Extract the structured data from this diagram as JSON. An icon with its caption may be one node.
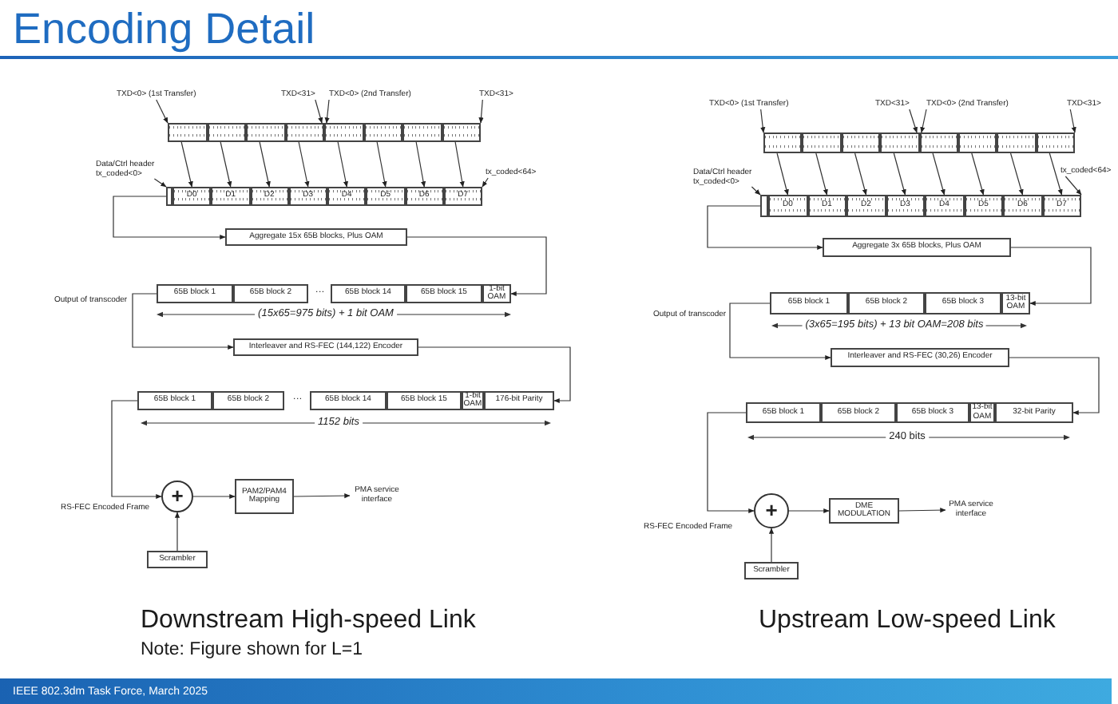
{
  "diagram": {
    "title": "Encoding Detail",
    "nodes": [
      {
        "text": [
          "TXD<0> (1st Transfer)"
        ]
      },
      {
        "text": [
          "TXD<31>"
        ]
      },
      {
        "text": [
          "TXD<0> (2nd Transfer)"
        ]
      },
      {
        "text": [
          "TXD<31>"
        ]
      },
      {
        "text": [],
        "shape": "box"
      },
      {
        "text": [],
        "shape": "box"
      },
      {
        "text": [],
        "shape": "box"
      },
      {
        "text": [],
        "shape": "box"
      },
      {
        "text": [],
        "shape": "box"
      },
      {
        "text": [],
        "shape": "box"
      },
      {
        "text": [],
        "shape": "box"
      },
      {
        "text": [],
        "shape": "box"
      },
      {
        "text": [
          "Data/Ctrl header",
          "tx_coded<0>"
        ]
      },
      {
        "text": [
          "tx_coded<64>"
        ]
      },
      {
        "text": [],
        "shape": "box"
      },
      {
        "text": [
          "D0"
        ]
      },
      {
        "text": [
          "D1"
        ]
      },
      {
        "text": [
          "D2"
        ]
      },
      {
        "text": [
          "D3"
        ]
      },
      {
        "text": [
          "D4"
        ]
      },
      {
        "text": [
          "D5"
        ]
      },
      {
        "text": [
          "D6"
        ]
      },
      {
        "text": [
          "D7"
        ]
      },
      {
        "text": [
          "Aggregate 15x 65B blocks, Plus OAM"
        ]
      },
      {
        "text": [
          "65B block 1"
        ]
      },
      {
        "text": [
          "65B block 2"
        ]
      },
      {
        "text": [
          "65B block 14"
        ]
      },
      {
        "text": [
          "65B block 15"
        ]
      },
      {
        "text": [
          "1-bit OAM"
        ]
      },
      {
        "text": [
          "Interleaver and RS-FEC (144,122) Encoder"
        ]
      },
      {
        "text": [
          "65B block 1"
        ]
      },
      {
        "text": [
          "65B block 2"
        ]
      },
      {
        "text": [
          "65B block 14"
        ]
      },
      {
        "text": [
          "65B block 15"
        ]
      },
      {
        "text": [
          "1-bit OAM"
        ]
      },
      {
        "text": [
          "176-bit Parity"
        ]
      },
      {
        "text": [
          "+"
        ]
      },
      {
        "text": [
          "Scrambler"
        ]
      },
      {
        "text": [
          "PAM2/PAM4 Mapping"
        ]
      },
      {
        "text": [
          "PMA service interface"
        ]
      },
      {
        "text": [
          "TXD<0> (1st Transfer)"
        ]
      },
      {
        "text": [
          "TXD<31>"
        ]
      },
      {
        "text": [
          "TXD<0> (2nd Transfer)"
        ]
      },
      {
        "text": [
          "TXD<31>"
        ]
      },
      {
        "text": [],
        "shape": "box"
      },
      {
        "text": [],
        "shape": "box"
      },
      {
        "text": [],
        "shape": "box"
      },
      {
        "text": [],
        "shape": "box"
      },
      {
        "text": [],
        "shape": "box"
      },
      {
        "text": [],
        "shape": "box"
      },
      {
        "text": [],
        "shape": "box"
      },
      {
        "text": [],
        "shape": "box"
      },
      {
        "text": [
          "Data/Ctrl header",
          "tx_coded<0>"
        ]
      },
      {
        "text": [
          "tx_coded<64>"
        ]
      },
      {
        "text": [],
        "shape": "box"
      },
      {
        "text": [
          "D0"
        ]
      },
      {
        "text": [
          "D1"
        ]
      },
      {
        "text": [
          "D2"
        ]
      },
      {
        "text": [
          "D3"
        ]
      },
      {
        "text": [
          "D4"
        ]
      },
      {
        "text": [
          "D5"
        ]
      },
      {
        "text": [
          "D6"
        ]
      },
      {
        "text": [
          "D7"
        ]
      },
      {
        "text": [
          "Aggregate 3x 65B blocks, Plus OAM"
        ]
      },
      {
        "text": [
          "65B block 1"
        ]
      },
      {
        "text": [
          "65B block 2"
        ]
      },
      {
        "text": [
          "65B block 3"
        ]
      },
      {
        "text": [
          "13-bit OAM"
        ]
      },
      {
        "text": [
          "Interleaver and RS-FEC (30,26) Encoder"
        ]
      },
      {
        "text": [
          "65B block 1"
        ]
      },
      {
        "text": [
          "65B block 2"
        ]
      },
      {
        "text": [
          "65B block 3"
        ]
      },
      {
        "text": [
          "13-bit OAM"
        ]
      },
      {
        "text": [
          "32-bit Parity"
        ]
      },
      {
        "text": [
          "+"
        ]
      },
      {
        "text": [
          "Scrambler"
        ]
      },
      {
        "text": [
          "DME MODULATION"
        ]
      },
      {
        "text": [
          "PMA service interface"
        ]
      }
    ],
    "edges": [
      {
        "from": 0,
        "to": 4,
        "arrow": "to"
      },
      {
        "from": 1,
        "to": 7,
        "arrow": "to"
      },
      {
        "from": 2,
        "to": 8,
        "arrow": "to"
      },
      {
        "from": 3,
        "to": 11,
        "arrow": "to"
      },
      {
        "from": 4,
        "to": 15,
        "arrow": "to"
      },
      {
        "from": 5,
        "to": 16,
        "arrow": "to"
      },
      {
        "from": 6,
        "to": 17,
        "arrow": "to"
      },
      {
        "from": 7,
        "to": 18,
        "arrow": "to"
      },
      {
        "from": 8,
        "to": 19,
        "arrow": "to"
      },
      {
        "from": 9,
        "to": 20,
        "arrow": "to"
      },
      {
        "from": 10,
        "to": 21,
        "arrow": "to"
      },
      {
        "from": 11,
        "to": 22,
        "arrow": "to"
      },
      {
        "from": 12,
        "to": 14,
        "arrow": "to"
      },
      {
        "from": 13,
        "to": 22,
        "arrow": "to"
      },
      {
        "from": 14,
        "to": 23,
        "arrow": "to"
      },
      {
        "from": 23,
        "to": 28,
        "arrow": "to"
      },
      {
        "from": 24,
        "to": 29,
        "arrow": "to"
      },
      {
        "from": 29,
        "to": 35,
        "arrow": "to"
      },
      {
        "from": 30,
        "to": 36,
        "arrow": "to"
      },
      {
        "from": 37,
        "to": 36,
        "arrow": "to"
      },
      {
        "from": 36,
        "to": 38,
        "arrow": "to"
      },
      {
        "from": 38,
        "to": 39,
        "arrow": "to"
      },
      {
        "from": 40,
        "to": 44,
        "arrow": "to"
      },
      {
        "from": 41,
        "to": 47,
        "arrow": "to"
      },
      {
        "from": 42,
        "to": 48,
        "arrow": "to"
      },
      {
        "from": 43,
        "to": 51,
        "arrow": "to"
      },
      {
        "from": 44,
        "to": 55,
        "arrow": "to"
      },
      {
        "from": 45,
        "to": 56,
        "arrow": "to"
      },
      {
        "from": 46,
        "to": 57,
        "arrow": "to"
      },
      {
        "from": 47,
        "to": 58,
        "arrow": "to"
      },
      {
        "from": 48,
        "to": 59,
        "arrow": "to"
      },
      {
        "from": 49,
        "to": 60,
        "arrow": "to"
      },
      {
        "from": 50,
        "to": 61,
        "arrow": "to"
      },
      {
        "from": 51,
        "to": 62,
        "arrow": "to"
      },
      {
        "from": 52,
        "to": 54,
        "arrow": "to"
      },
      {
        "from": 53,
        "to": 62,
        "arrow": "to"
      },
      {
        "from": 54,
        "to": 63,
        "arrow": "to"
      },
      {
        "from": 63,
        "to": 67,
        "arrow": "to"
      },
      {
        "from": 64,
        "to": 68,
        "arrow": "to"
      },
      {
        "from": 68,
        "to": 73,
        "arrow": "to"
      },
      {
        "from": 69,
        "to": 74,
        "arrow": "to"
      },
      {
        "from": 75,
        "to": 74,
        "arrow": "to"
      },
      {
        "from": 74,
        "to": 76,
        "arrow": "to"
      },
      {
        "from": 76,
        "to": 77,
        "arrow": "to"
      }
    ],
    "labels": [
      "...",
      "Output of transcoder",
      "(15x65=975 bits) + 1 bit OAM",
      "...",
      "1152 bits",
      "RS-FEC Encoded Frame",
      "Output of transcoder",
      "(3x65=195 bits) + 13 bit OAM=208 bits",
      "240 bits",
      "RS-FEC Encoded Frame",
      "Downstream High-speed Link",
      "Note: Figure shown for L=1",
      "Upstream Low-speed Link",
      "IEEE 802.3dm Task Force, March 2025"
    ]
  }
}
